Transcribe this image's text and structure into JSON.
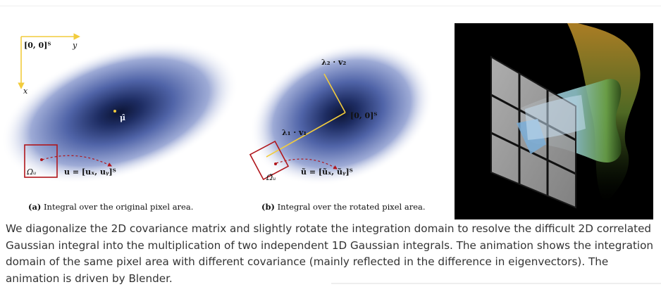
{
  "figure": {
    "panel_a": {
      "origin_label": "[0, 0]ᵀ",
      "y_axis_label": "y",
      "x_axis_label": "x",
      "mean_label": "μ̂",
      "pixel_domain_label": "Ωᵤ",
      "coord_label": "u = [uₓ, uᵧ]ᵀ"
    },
    "panel_b": {
      "v2_label": "λ₂ · v₂",
      "v1_label": "λ₁ · v₁",
      "origin_label": "[0, 0]ᵀ",
      "pixel_domain_label": "Ω̃ᵤ",
      "coord_label": "ũ = [ũₓ, ũᵧ]ᵀ"
    },
    "caption_a_tag": "(a)",
    "caption_a_text": "Integral over the original pixel area.",
    "caption_b_tag": "(b)",
    "caption_b_text": "Integral over the rotated pixel area."
  },
  "animation": {
    "grid_rows": 3,
    "grid_cols": 3
  },
  "description": "We diagonalize the 2D covariance matrix and slightly rotate the integration domain to resolve the difficult 2D correlated Gaussian integral into the multiplication of two independent 1D Gaussian integrals. The animation shows the integration domain of the same pixel area with different covariance (mainly reflected in the difference in eigenvectors). The animation is driven by Blender.",
  "colors": {
    "gaussian_center": "#101a3c",
    "gaussian_mid": "#4e63a6",
    "gaussian_edge": "#dfe5f5",
    "axis_yellow": "#f2cc3d",
    "domain_red": "#b0161c",
    "animation_bg": "#000000"
  }
}
